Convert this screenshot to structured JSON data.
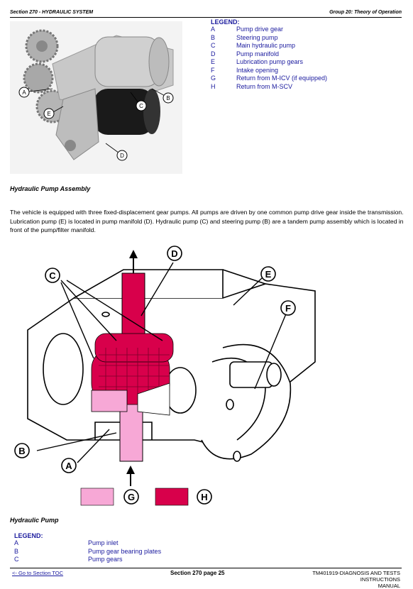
{
  "header": {
    "section": "Section 270 - HYDRAULIC SYSTEM",
    "group": "Group 20: Theory of Operation"
  },
  "top_legend": {
    "title": "LEGEND:",
    "items": [
      {
        "key": "A",
        "label": "Pump drive gear"
      },
      {
        "key": "B",
        "label": "Steering pump"
      },
      {
        "key": "C",
        "label": "Main hydraulic pump"
      },
      {
        "key": "D",
        "label": "Pump manifold"
      },
      {
        "key": "E",
        "label": "Lubrication pump gears"
      },
      {
        "key": "F",
        "label": "Intake opening"
      },
      {
        "key": "G",
        "label": "Return from M-ICV (if equipped)"
      },
      {
        "key": "H",
        "label": "Return from M-SCV"
      }
    ]
  },
  "photo_callouts": [
    "A",
    "B",
    "C",
    "D",
    "E"
  ],
  "caption1": "Hydraulic Pump Assembly",
  "paragraph": "The vehicle is equipped with three fixed-displacement gear pumps. All pumps are driven by one common pump drive gear inside the transmission. Lubrication pump (E) is located in pump manifold (D). Hydraulic pump (C) and steering pump (B) are a tandem pump assembly which is located in front of the pump/filter manifold.",
  "diagram_callouts": [
    "A",
    "B",
    "C",
    "D",
    "E",
    "F",
    "G",
    "H"
  ],
  "colors": {
    "inlet": "#f7a8d6",
    "pressure": "#d8004b",
    "legend_text": "#1a1a9e"
  },
  "caption2": "Hydraulic Pump",
  "bottom_legend": {
    "title": "LEGEND:",
    "items": [
      {
        "key": "A",
        "label": "Pump inlet"
      },
      {
        "key": "B",
        "label": "Pump gear bearing plates"
      },
      {
        "key": "C",
        "label": "Pump gears"
      }
    ]
  },
  "footer": {
    "toc_link": "<- Go to Section TOC",
    "page": "Section 270 page 25",
    "manual_line1": "TM401919-DIAGNOSIS AND TESTS INSTRUCTIONS",
    "manual_line2": "MANUAL"
  }
}
